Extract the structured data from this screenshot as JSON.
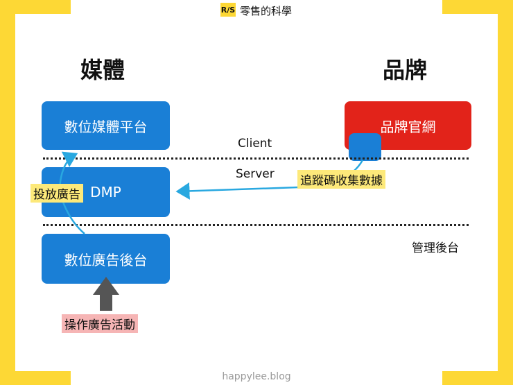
{
  "brand": {
    "logo_text": "R/S",
    "title": "零售的科學"
  },
  "headings": {
    "media": "媒體",
    "brand": "品牌"
  },
  "boxes": {
    "digital_media_platform": "數位媒體平台",
    "dmp": "DMP",
    "ad_backend": "數位廣告後台",
    "brand_site": "品牌官網"
  },
  "labels": {
    "client": "Client",
    "server": "Server",
    "management_backend": "管理後台",
    "ad_placement": "投放廣告",
    "tracking_code": "追蹤碼收集數據",
    "operate_campaign": "操作廣告活動"
  },
  "footer": {
    "site": "happylee.blog"
  },
  "colors": {
    "accent_yellow": "#fdd835",
    "box_blue": "#1a7fd6",
    "brand_red": "#e2231a",
    "highlight_yellow": "#fde97a",
    "highlight_pink": "#f6b5b5"
  }
}
